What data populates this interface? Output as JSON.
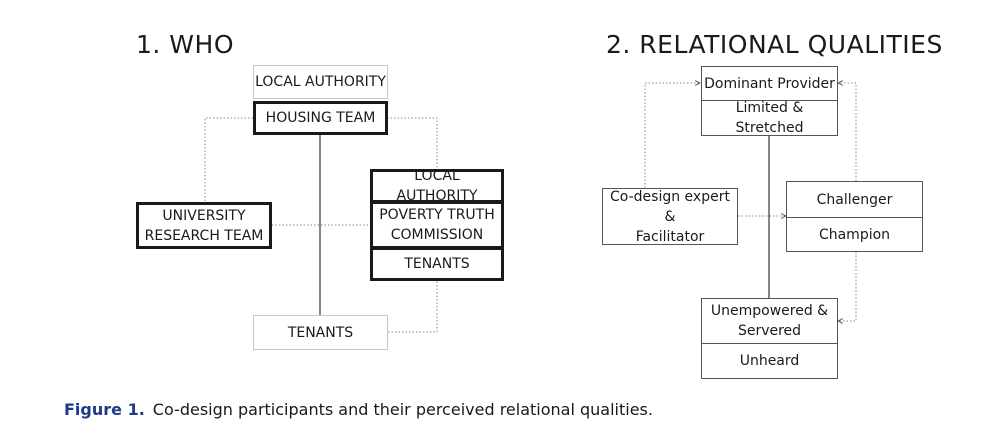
{
  "who": {
    "title": "1. WHO",
    "local_authority_top": "LOCAL AUTHORITY",
    "housing_team": "HOUSING TEAM",
    "university_research_team": "UNIVERSITY\nRESEARCH TEAM",
    "local_authority_right": "LOCAL AUTHORITY",
    "poverty_truth_commission": "POVERTY TRUTH\nCOMMISSION",
    "tenants_right": "TENANTS",
    "tenants_bottom": "TENANTS"
  },
  "relational": {
    "title": "2. RELATIONAL QUALITIES",
    "dominant_provider": "Dominant Provider",
    "limited_stretched": "Limited & Stretched",
    "codesign_expert": "Co-design expert &\nFacilitator",
    "challenger": "Challenger",
    "champion": "Champion",
    "unempowered": "Unempowered &\nServered",
    "unheard": "Unheard"
  },
  "caption": {
    "label": "Figure 1.",
    "text": "Co-design participants and their perceived relational qualities."
  }
}
